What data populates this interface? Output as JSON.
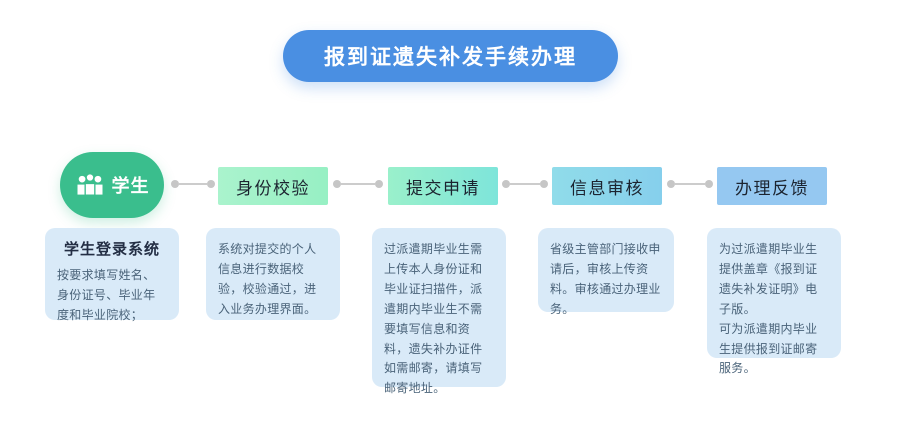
{
  "title": "报到证遗失补发手续办理",
  "flow": {
    "actor": {
      "label": "学生",
      "icon": "people-group-icon"
    },
    "steps": [
      {
        "label": "身份校验"
      },
      {
        "label": "提交申请"
      },
      {
        "label": "信息审核"
      },
      {
        "label": "办理反馈"
      }
    ]
  },
  "descriptions": [
    {
      "title": "学生登录系统",
      "body": "按要求填写姓名、身份证号、毕业年度和毕业院校；"
    },
    {
      "body": "系统对提交的个人信息进行数据校验，校验通过，进入业务办理界面。"
    },
    {
      "body": "过派遣期毕业生需上传本人身份证和毕业证扫描件，派遣期内毕业生不需要填写信息和资料，遗失补办证件如需邮寄，请填写邮寄地址。"
    },
    {
      "body": "省级主管部门接收申请后，审核上传资料。审核通过办理业务。"
    },
    {
      "body": "为过派遣期毕业生提供盖章《报到证遗失补发证明》电子版。\n可为派遣期内毕业生提供报到证邮寄服务。"
    }
  ],
  "colors": {
    "title_pill": "#4a8fe2",
    "actor_pill": "#3abe8d",
    "step_identity": "#a0f1c8",
    "step_submit": "#8cebd2",
    "step_review": "#8bd5eb",
    "step_feedback": "#95c8f1",
    "desc_card": "#d9eaf8",
    "connector": "#c9c9c9",
    "desc_text": "#4a6379",
    "background": "#ffffff"
  }
}
